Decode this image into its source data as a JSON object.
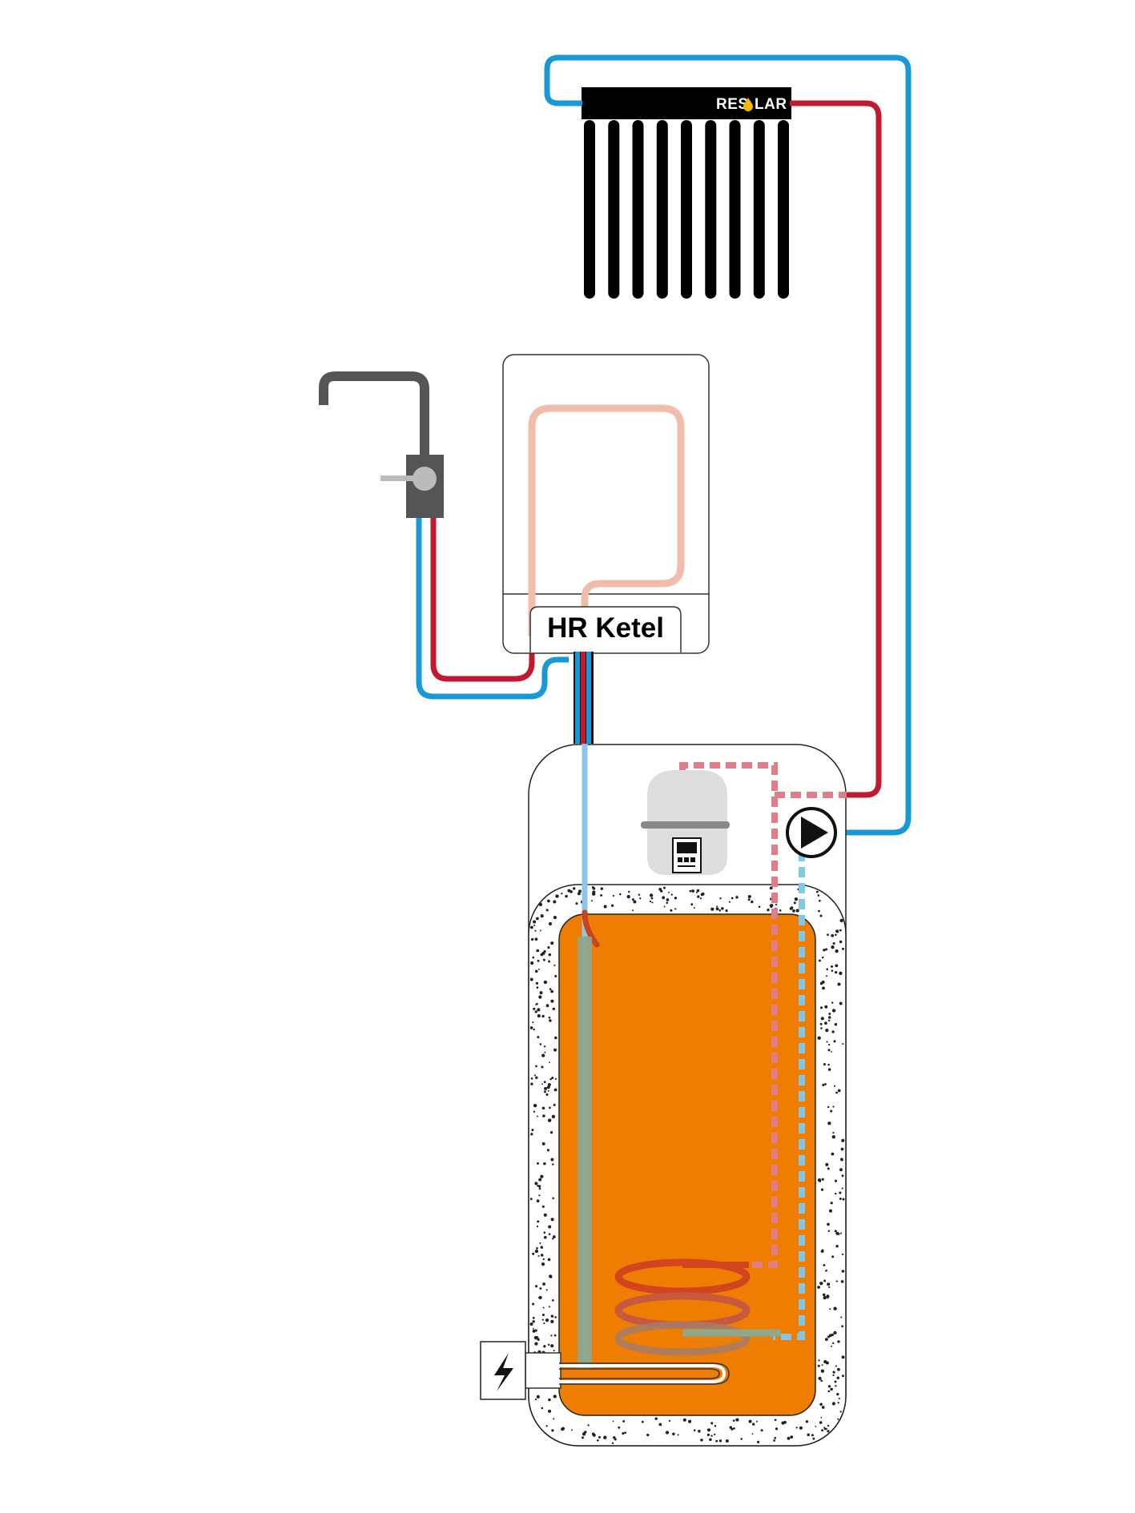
{
  "collector": {
    "brand_prefix": "RES",
    "brand_suffix": "LAR",
    "tube_count": 9
  },
  "boiler": {
    "label": "HR Ketel"
  },
  "colors": {
    "hot_pipe": "#c2192e",
    "cold_pipe": "#1799d9",
    "tank_water": "#ee7d01",
    "hot_circuit_dashed": "#e07d88",
    "cold_circuit_dashed": "#7fc8e8",
    "boiler_coil": "#efbda9",
    "tap": "#555555",
    "brand_drop": "#f5b700"
  },
  "icons": [
    "solar-collector-icon",
    "kitchen-tap-icon",
    "boiler-icon",
    "expansion-vessel-icon",
    "controller-display-icon",
    "pump-icon",
    "lightning-icon",
    "heating-element-icon",
    "heat-exchanger-coil-icon"
  ]
}
